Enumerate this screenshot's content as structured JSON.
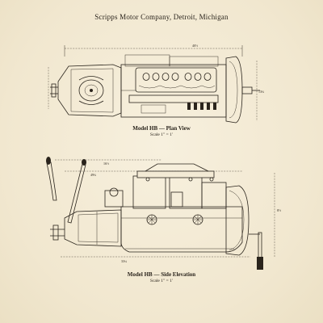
{
  "header": {
    "company": "Scripps Motor Company, Detroit, Michigan"
  },
  "plan_view": {
    "caption": "Model HB — Plan View",
    "scale": "Scale 1″ = 1′",
    "dimension_labels": [
      "40½",
      "13¾"
    ]
  },
  "side_elevation": {
    "caption": "Model HB — Side Elevation",
    "scale": "Scale 1″ = 1′",
    "dimension_labels": [
      "16½",
      "49¾",
      "33¼",
      "8½"
    ]
  }
}
